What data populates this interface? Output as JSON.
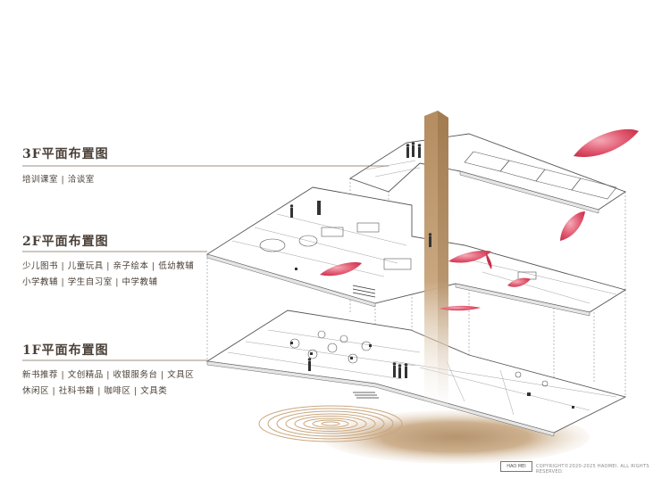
{
  "floors": [
    {
      "title": "3F平面布置图",
      "rooms": [
        "培训课室 | 洽谈室"
      ]
    },
    {
      "title": "2F平面布置图",
      "rooms": [
        "少儿图书 | 儿童玩具 | 亲子绘本 | 低幼教辅",
        "小学教辅 | 学生自习室 | 中学教辅"
      ]
    },
    {
      "title": "1F平面布置图",
      "rooms": [
        "新书推荐 | 文创精品 | 收银服务台 | 文具区",
        "休闲区 | 社科书籍 | 咖啡区 | 文具类"
      ]
    }
  ],
  "footer": {
    "logo": "HAO MEI",
    "copyright": "COPYRIGHT©2020-2025 HAOMEI. ALL RIGHTS RESERVED."
  },
  "colors": {
    "text": "#4a4038",
    "column": "#b8946a",
    "petal": "#d9435b",
    "plan_line": "#555555"
  }
}
